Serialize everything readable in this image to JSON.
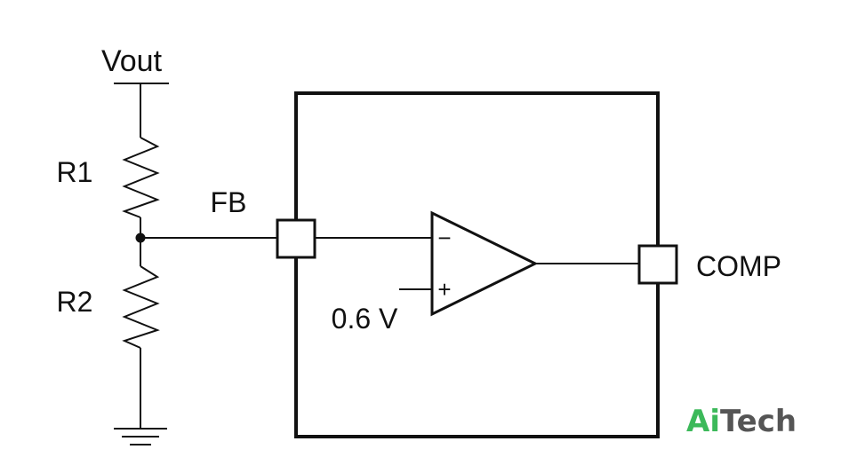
{
  "labels": {
    "vout": "Vout",
    "r1": "R1",
    "r2": "R2",
    "fb": "FB",
    "comp": "COMP",
    "vref": "0.6 V",
    "minus": "−",
    "plus": "+"
  },
  "logo": {
    "part1": "Ai",
    "part2": "Tech",
    "color1": "#3cb95a",
    "color2": "#555555"
  }
}
